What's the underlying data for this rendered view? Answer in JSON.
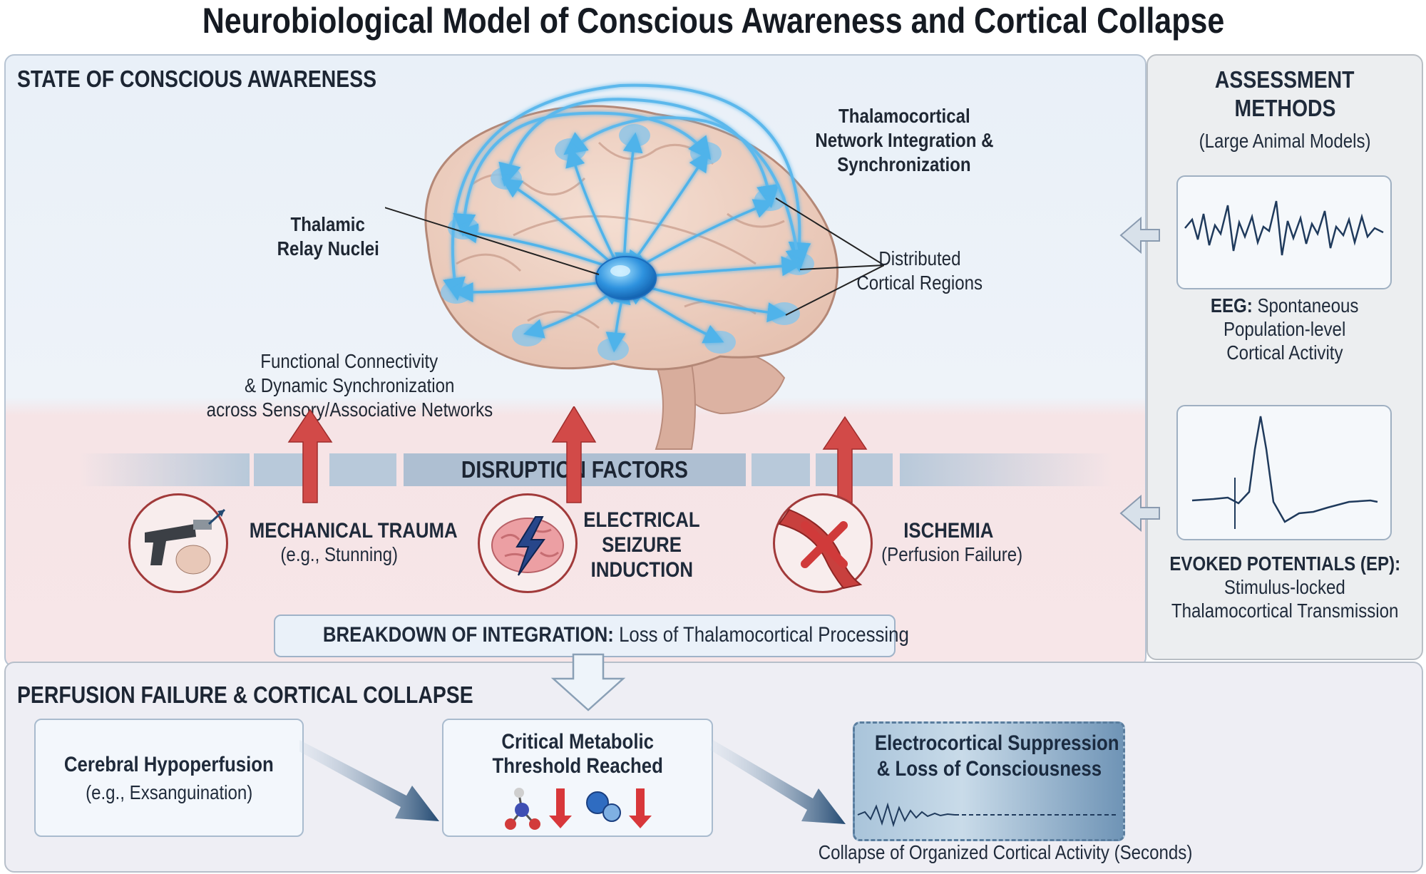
{
  "title": "Neurobiological Model of Conscious Awareness and Cortical Collapse",
  "awareness": {
    "heading": "STATE OF CONSCIOUS AWARENESS",
    "thalamic_label": [
      "Thalamic",
      "Relay Nuclei"
    ],
    "network_label": [
      "Thalamocortical",
      "Network Integration &",
      "Synchronization"
    ],
    "distributed_label": [
      "Distributed",
      "Cortical Regions"
    ],
    "connectivity_label": [
      "Functional Connectivity",
      "& Dynamic Synchronization",
      "across Sensory/Associative Networks"
    ]
  },
  "assessment": {
    "heading": [
      "ASSESSMENT",
      "METHODS"
    ],
    "subheading": "(Large Animal Models)",
    "eeg": {
      "bold": "EEG:",
      "text": "Spontaneous",
      "line2": "Population-level",
      "line3": "Cortical Activity"
    },
    "ep": {
      "bold": "EVOKED POTENTIALS (EP):",
      "line2": "Stimulus-locked",
      "line3": "Thalamocortical Transmission"
    }
  },
  "disruption": {
    "heading": "DISRUPTION FACTORS",
    "factors": [
      {
        "title": "MECHANICAL TRAUMA",
        "sub": "(e.g., Stunning)",
        "icon": "captive-bolt-gun-icon"
      },
      {
        "title": [
          "ELECTRICAL",
          "SEIZURE",
          "INDUCTION"
        ],
        "icon": "brain-lightning-icon"
      },
      {
        "title": "ISCHEMIA",
        "sub": "(Perfusion Failure)",
        "icon": "blocked-vessel-icon"
      }
    ],
    "breakdown": {
      "bold": "BREAKDOWN OF INTEGRATION:",
      "text": "Loss of Thalamocortical Processing"
    }
  },
  "collapse": {
    "heading": "PERFUSION FAILURE & CORTICAL COLLAPSE",
    "hypoperfusion": {
      "title": "Cerebral Hypoperfusion",
      "sub": "(e.g., Exsanguination)"
    },
    "threshold": {
      "title": [
        "Critical Metabolic",
        "Threshold Reached"
      ]
    },
    "suppression": {
      "title": [
        "Electrocortical Suppression",
        "& Loss of Consciousness"
      ]
    },
    "footer": "Collapse of Organized Cortical Activity (Seconds)"
  },
  "colors": {
    "blue_glow": "#3fa7e6",
    "red_arrow": "#c9403f",
    "navy": "#234a72"
  }
}
